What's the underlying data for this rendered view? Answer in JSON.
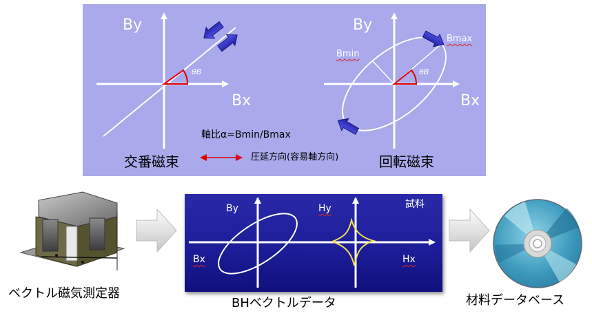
{
  "top": {
    "left_diagram": {
      "x_axis": "Bx",
      "y_axis": "By",
      "angle": "θB",
      "title": "交番磁束"
    },
    "right_diagram": {
      "x_axis": "Bx",
      "y_axis": "By",
      "angle": "θB",
      "bmin": "Bmin",
      "bmax": "Bmax",
      "title": "回転磁束"
    },
    "ratio_text": "軸比α=Bmin/Bmax",
    "rolling_direction": "圧延方向(容易軸方向)"
  },
  "bh_panel": {
    "sample": "試料",
    "by": "By",
    "bx": "Bx",
    "hy": "Hy",
    "hx": "Hx",
    "caption": "BHベクトルデータ"
  },
  "device_caption": "ベクトル磁気測定器",
  "database_caption": "材料データベース",
  "colors": {
    "panel": "#a9a9ec",
    "bh_panel": "#1d1d9a",
    "angle_arc": "#e00000",
    "hysteresis": "#f0e050",
    "arrow": "#2222aa"
  }
}
